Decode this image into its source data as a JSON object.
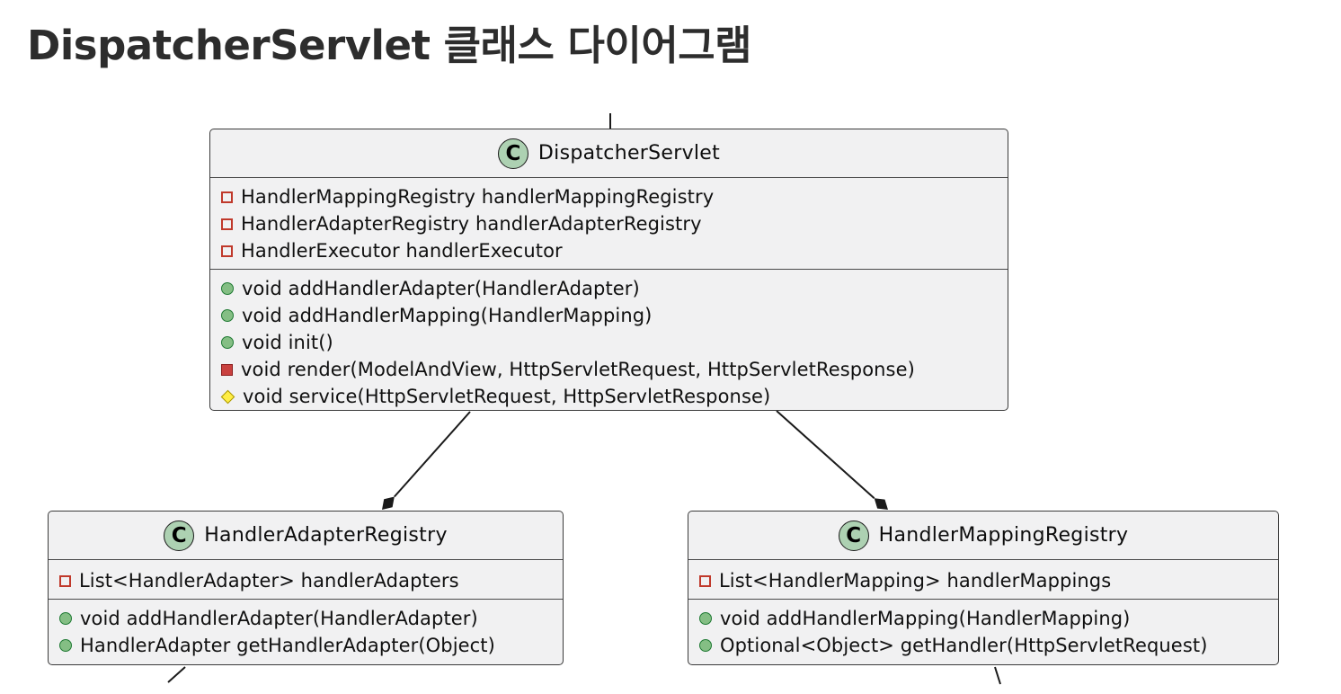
{
  "title": "DispatcherServlet 클래스 다이어그램",
  "colors": {
    "box_fill": "#F1F1F2",
    "box_border": "#3B3B3B",
    "badge_fill": "#ADD1B2",
    "public_icon": "#84BE84",
    "private_icon": "#C9413F",
    "protected_icon": "#FFEE44",
    "private_field_border": "#C0392B",
    "link_line": "#1A1A1A"
  },
  "classes": [
    {
      "badge": "C",
      "name": "DispatcherServlet",
      "fields": [
        {
          "visibility": "private",
          "text": "HandlerMappingRegistry handlerMappingRegistry"
        },
        {
          "visibility": "private",
          "text": "HandlerAdapterRegistry handlerAdapterRegistry"
        },
        {
          "visibility": "private",
          "text": "HandlerExecutor handlerExecutor"
        }
      ],
      "methods": [
        {
          "visibility": "public",
          "text": "void addHandlerAdapter(HandlerAdapter)"
        },
        {
          "visibility": "public",
          "text": "void addHandlerMapping(HandlerMapping)"
        },
        {
          "visibility": "public",
          "text": "void init()"
        },
        {
          "visibility": "private",
          "text": "void render(ModelAndView, HttpServletRequest, HttpServletResponse)"
        },
        {
          "visibility": "protected",
          "text": "void service(HttpServletRequest, HttpServletResponse)"
        }
      ]
    },
    {
      "badge": "C",
      "name": "HandlerAdapterRegistry",
      "fields": [
        {
          "visibility": "private",
          "text": "List<HandlerAdapter> handlerAdapters"
        }
      ],
      "methods": [
        {
          "visibility": "public",
          "text": "void addHandlerAdapter(HandlerAdapter)"
        },
        {
          "visibility": "public",
          "text": "HandlerAdapter getHandlerAdapter(Object)"
        }
      ]
    },
    {
      "badge": "C",
      "name": "HandlerMappingRegistry",
      "fields": [
        {
          "visibility": "private",
          "text": "List<HandlerMapping> handlerMappings"
        }
      ],
      "methods": [
        {
          "visibility": "public",
          "text": "void addHandlerMapping(HandlerMapping)"
        },
        {
          "visibility": "public",
          "text": "Optional<Object> getHandler(HttpServletRequest)"
        }
      ]
    }
  ],
  "relations": [
    {
      "from": "DispatcherServlet",
      "to": "HandlerAdapterRegistry",
      "type": "composition"
    },
    {
      "from": "DispatcherServlet",
      "to": "HandlerMappingRegistry",
      "type": "composition"
    }
  ]
}
